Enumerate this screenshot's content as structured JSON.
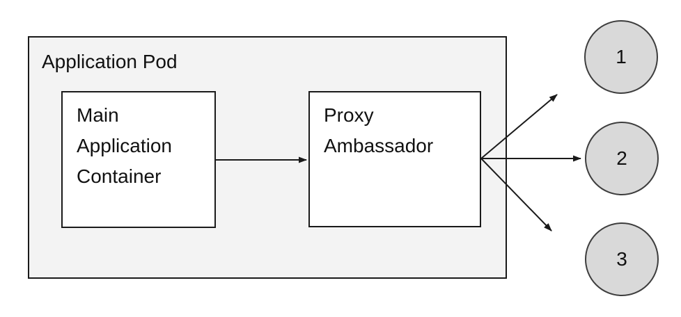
{
  "diagram": {
    "pod": {
      "label": "Application Pod"
    },
    "nodes": [
      {
        "id": "main-application-container",
        "label": "Main Application Container"
      },
      {
        "id": "proxy-ambassador",
        "label": "Proxy Ambassador"
      }
    ],
    "targets": [
      {
        "label": "1"
      },
      {
        "label": "2"
      },
      {
        "label": "3"
      }
    ],
    "edges": [
      {
        "from": "main-application-container",
        "to": "proxy-ambassador"
      },
      {
        "from": "proxy-ambassador",
        "to": "1"
      },
      {
        "from": "proxy-ambassador",
        "to": "2"
      },
      {
        "from": "proxy-ambassador",
        "to": "3"
      }
    ],
    "colors": {
      "canvas_background": "#ffffff",
      "pod_fill": "#f3f3f3",
      "node_fill": "#ffffff",
      "target_fill": "#d9d9d9",
      "stroke": "#1a1a1a",
      "text": "#111111"
    }
  }
}
